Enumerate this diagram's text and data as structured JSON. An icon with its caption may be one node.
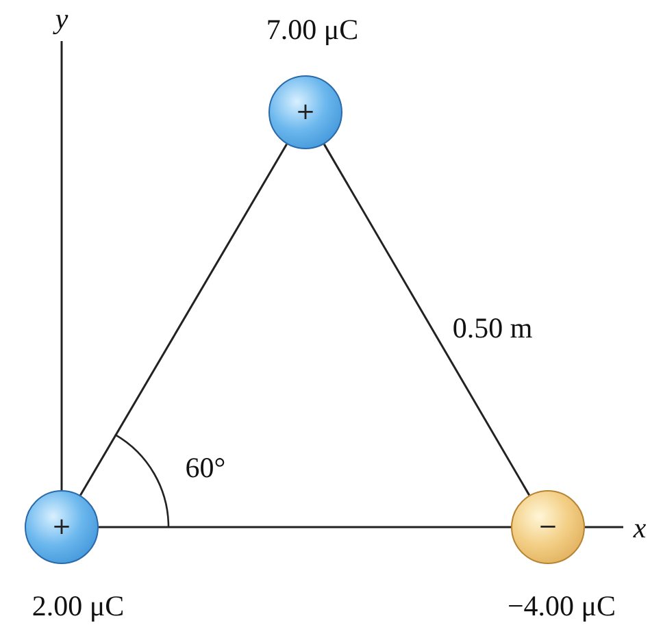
{
  "diagram": {
    "nodes": [
      {
        "text": [
          "+"
        ],
        "beside": [
          "7.00 μC"
        ]
      },
      {
        "text": [
          "+"
        ],
        "beside": [
          "2.00 μC"
        ]
      },
      {
        "text": [
          "−"
        ],
        "beside": [
          "−4.00 μC"
        ]
      }
    ],
    "edges": [
      {
        "from": 1,
        "to": 0,
        "arrow": "none"
      },
      {
        "from": 0,
        "to": 2,
        "arrow": "none",
        "label": "0.50 m"
      },
      {
        "from": 1,
        "to": 2,
        "arrow": "none"
      }
    ],
    "labels": [
      "y",
      "60°",
      "x"
    ]
  }
}
